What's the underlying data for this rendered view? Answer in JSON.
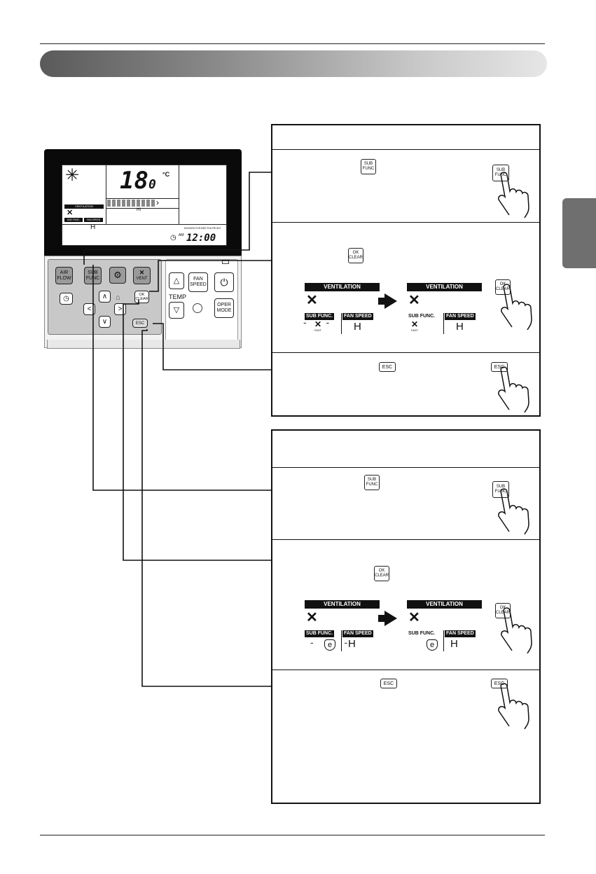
{
  "remote": {
    "lcd": {
      "temperature": "18",
      "temperature_decimal": "0",
      "unit": "°C",
      "fan_level": "HI",
      "ventilation_label": "VENTILATION",
      "sub_func_label": "SUB FUNC.",
      "fan_speed_label": "FAN SPEED",
      "fan_speed_value": "H",
      "ampm": "AM",
      "clock": "12:00",
      "weekdays": "SUN MON TUE WED THU FRI SAT"
    },
    "keys": {
      "air_flow": "AIR\nFLOW",
      "sub_func": "SUB\nFUNC",
      "vent": "VENT",
      "ok_clear": "OK\nCLEAR",
      "esc": "ESC",
      "fan_speed": "FAN\nSPEED",
      "temp": "TEMP",
      "oper_mode": "OPER\nMODE"
    }
  },
  "panel1": {
    "step1_key": "SUB\nFUNC",
    "step2_key": "OK\nCLEAR",
    "step3_key": "ESC",
    "displays": [
      {
        "ventilation": "VENTILATION",
        "sub_func": "SUB FUNC.",
        "fan_speed": "FAN SPEED",
        "speed": "H",
        "icon_label": "FAST"
      },
      {
        "ventilation": "VENTILATION",
        "sub_func": "SUB FUNC.",
        "fan_speed": "FAN SPEED",
        "speed": "H",
        "icon_label": "FAST"
      }
    ]
  },
  "panel2": {
    "step1_key": "SUB\nFUNC",
    "step2_key": "OK\nCLEAR",
    "step3_key": "ESC",
    "displays": [
      {
        "ventilation": "VENTILATION",
        "sub_func": "SUB FUNC.",
        "fan_speed": "FAN SPEED",
        "speed": "H",
        "icon_label": "e"
      },
      {
        "ventilation": "VENTILATION",
        "sub_func": "SUB FUNC.",
        "fan_speed": "FAN SPEED",
        "speed": "H",
        "icon_label": "e"
      }
    ]
  },
  "colors": {
    "title_dark": "#5a5a5a",
    "title_light": "#e6e6e6",
    "side_tab": "#6f6f6f"
  }
}
